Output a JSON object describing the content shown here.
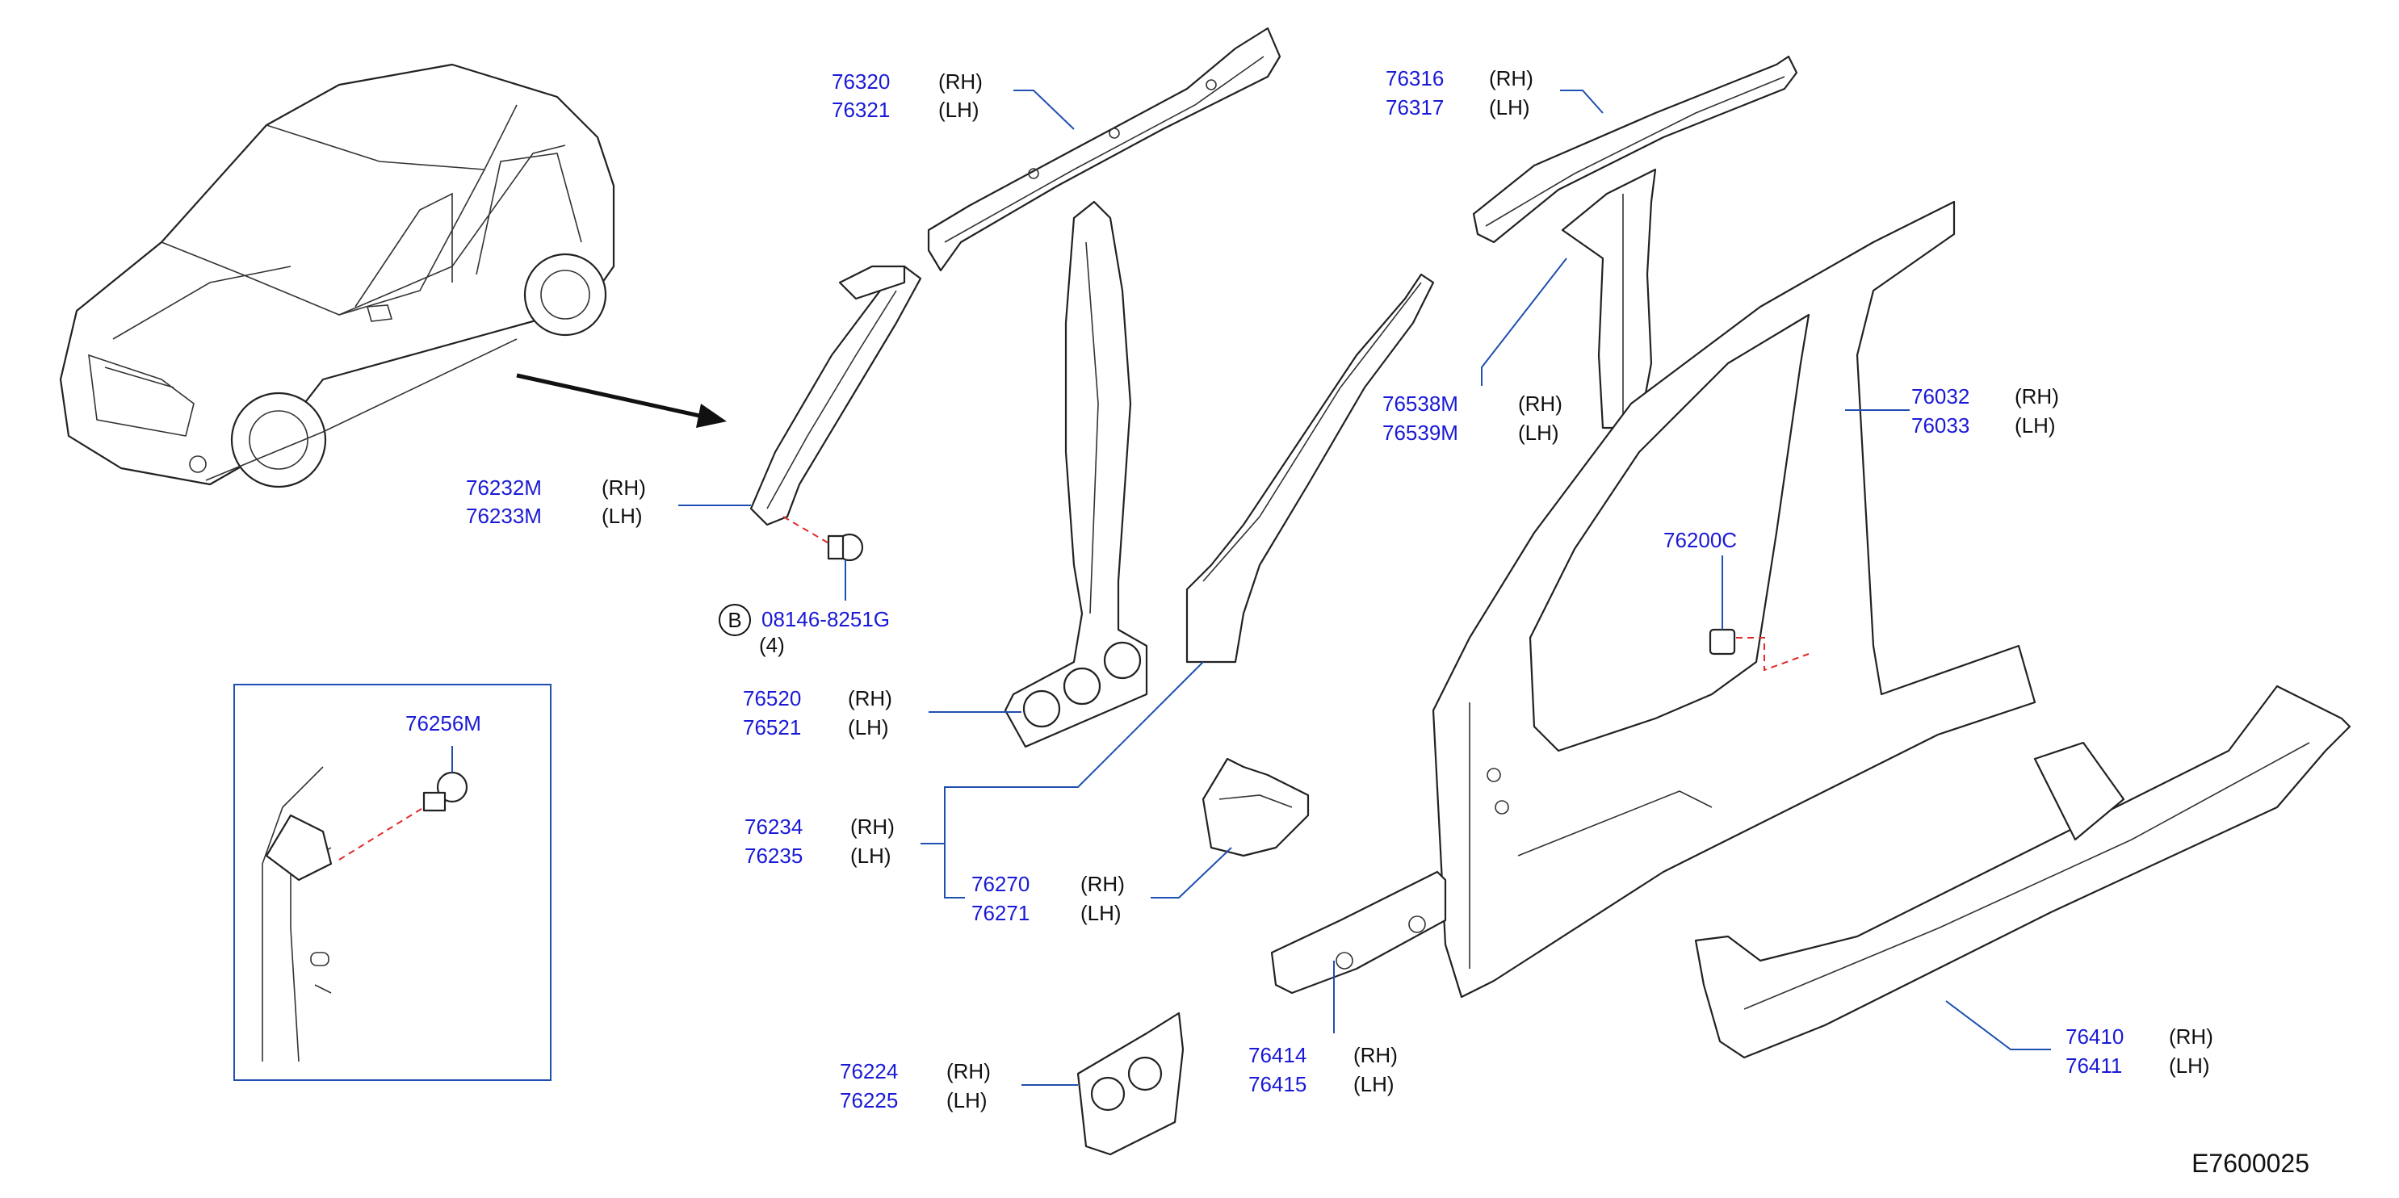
{
  "diagram_code": "E7600025",
  "rh": "(RH)",
  "lh": "(LH)",
  "callouts": [
    {
      "id": "roof-rail-inner",
      "rh": "76320",
      "lh": "76321"
    },
    {
      "id": "roof-rail-outer",
      "rh": "76316",
      "lh": "76317"
    },
    {
      "id": "front-pillar-inner",
      "rh": "76232M",
      "lh": "76233M"
    },
    {
      "id": "center-pillar-inner",
      "rh": "76538M",
      "lh": "76539M"
    },
    {
      "id": "body-side-outer",
      "rh": "76032",
      "lh": "76033"
    },
    {
      "id": "lower-pillar",
      "rh": "76520",
      "lh": "76521"
    },
    {
      "id": "front-pillar-outer",
      "rh": "76234",
      "lh": "76235"
    },
    {
      "id": "pillar-extension",
      "rh": "76270",
      "lh": "76271"
    },
    {
      "id": "pillar-reinforcement",
      "rh": "76224",
      "lh": "76225"
    },
    {
      "id": "sill-inner",
      "rh": "76414",
      "lh": "76415"
    },
    {
      "id": "sill-outer",
      "rh": "76410",
      "lh": "76411"
    }
  ],
  "single_parts": {
    "clip": "76200C",
    "inset_part": "76256M"
  },
  "bolt": {
    "badge": "B",
    "part": "08146-8251G",
    "qty": "(4)"
  }
}
